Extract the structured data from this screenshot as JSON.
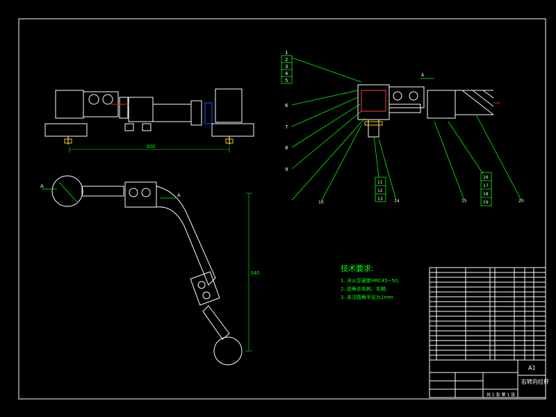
{
  "drawing": {
    "title_block_title": "右转向拉杆",
    "sheet_size": "A1",
    "sheet_info": "共 1 张  第 1 张",
    "tech_requirements": {
      "heading": "技术要求:",
      "items": [
        "1. 淬火至硬度HRC45~50;",
        "2. 锐角去毛刺、毛糙;",
        "3. 未注圆角半径为2mm"
      ]
    },
    "balloons_left": [
      "1",
      "2",
      "3",
      "4",
      "5",
      "6",
      "7",
      "8",
      "9"
    ],
    "balloons_bottom": [
      "10",
      "11",
      "12",
      "13",
      "14",
      "15"
    ],
    "balloons_right": [
      "16",
      "17",
      "18",
      "19",
      "20"
    ],
    "dimensions": {
      "horizontal": "300",
      "vertical": "340"
    },
    "section_label": "A"
  }
}
